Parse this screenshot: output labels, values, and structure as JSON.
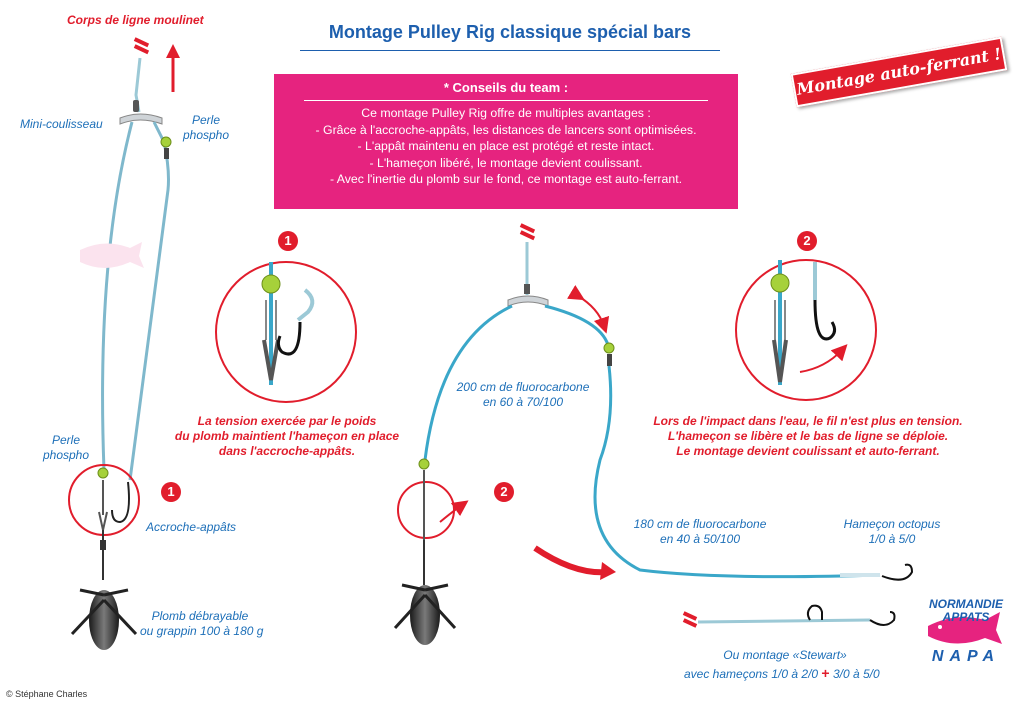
{
  "header": {
    "title": "Montage Pulley Rig classique spécial bars",
    "banner": "Montage auto-ferrant !"
  },
  "conseils": {
    "heading": "* Conseils du team :",
    "lines": [
      "Ce montage Pulley Rig offre de multiples avantages :",
      "- Grâce à l'accroche-appâts, les distances de lancers sont optimisées.",
      "- L'appât maintenu en place est protégé et reste intact.",
      "- L'hameçon libéré, le montage devient coulissant.",
      "- Avec l'inertie du plomb sur le fond, ce montage est  auto-ferrant."
    ]
  },
  "labels": {
    "corps": "Corps de ligne moulinet",
    "mini": "Mini-coulisseau",
    "perle_top": [
      "Perle",
      "phospho"
    ],
    "perle_left": [
      "Perle",
      "phospho"
    ],
    "accroche": "Accroche-appâts",
    "plomb": [
      "Plomb débrayable",
      "ou grappin 100 à 180 g"
    ],
    "fluoro200": [
      "200 cm de fluorocarbone",
      "en 60 à 70/100"
    ],
    "fluoro180": [
      "180 cm de fluorocarbone",
      "en 40 à 50/100"
    ],
    "hamecon": [
      "Hameçon octopus",
      "1/0 à 5/0"
    ],
    "stewart_1": "Ou montage «Stewart»",
    "stewart_2a": "avec hameçons 1/0 à 2/0 ",
    "stewart_plus": "+",
    "stewart_2b": " 3/0 à 5/0"
  },
  "notes": {
    "tension": [
      "La tension exercée par le poids",
      "du plomb maintient l'hameçon en place",
      "dans l'accroche-appâts."
    ],
    "impact": [
      "Lors de l'impact dans l'eau, le fil n'est plus en tension.",
      "L'hameçon se libère et le bas de ligne se déploie.",
      "Le montage devient coulissant et auto-ferrant."
    ]
  },
  "steps": {
    "one": "1",
    "two": "2"
  },
  "brand": {
    "name_line1": "NORMANDIE",
    "name_line2": "APPATS",
    "short": "NAPA"
  },
  "copyright": "© Stéphane Charles",
  "colors": {
    "red": "#e11d2c",
    "blue": "#1d6fb8",
    "pink": "#e6237f",
    "line": "#6fb7cd",
    "bead": "#a6d13a"
  }
}
